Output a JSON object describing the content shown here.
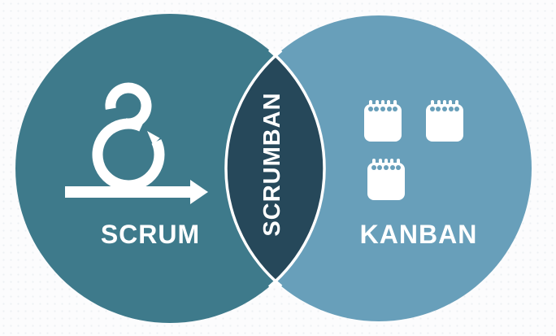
{
  "diagram": {
    "type": "venn",
    "left": {
      "label": "SCRUM",
      "icon": "scrum-sprint-loop-icon"
    },
    "right": {
      "label": "KANBAN",
      "icon": "kanban-notepad-icons",
      "notepad_count": 3
    },
    "overlap": {
      "label": "SCRUMBAN",
      "label_orientation": "vertical-bottom-to-top"
    },
    "colors": {
      "left_circle": "#3E7A8B",
      "right_circle": "#689FBA",
      "overlap_lens": "#26485A",
      "outline": "#FFFFFF",
      "icon": "#FFFFFF",
      "text": "#FFFFFF",
      "background": "#FCFCFD"
    }
  }
}
